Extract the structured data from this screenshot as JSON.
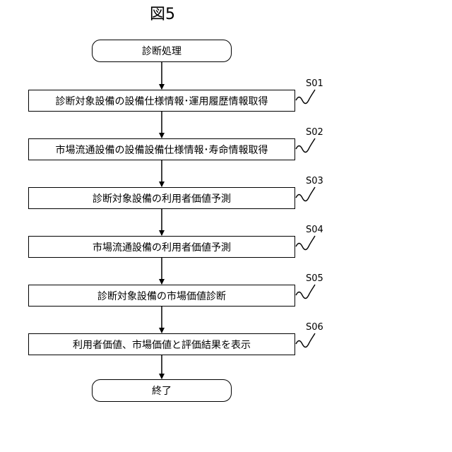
{
  "figure": {
    "title": "図5"
  },
  "flowchart": {
    "start_label": "診断処理",
    "end_label": "終了",
    "steps": [
      {
        "id": "S01",
        "label": "診断対象設備の設備仕様情報･運用履歴情報取得"
      },
      {
        "id": "S02",
        "label": "市場流通設備の設備設備仕様情報･寿命情報取得"
      },
      {
        "id": "S03",
        "label": "診断対象設備の利用者価値予測"
      },
      {
        "id": "S04",
        "label": "市場流通設備の利用者価値予測"
      },
      {
        "id": "S05",
        "label": "診断対象設備の市場価値診断"
      },
      {
        "id": "S06",
        "label": "利用者価値、市場価値と評価結果を表示"
      }
    ]
  },
  "colors": {
    "line": "#000000",
    "background": "#ffffff"
  }
}
